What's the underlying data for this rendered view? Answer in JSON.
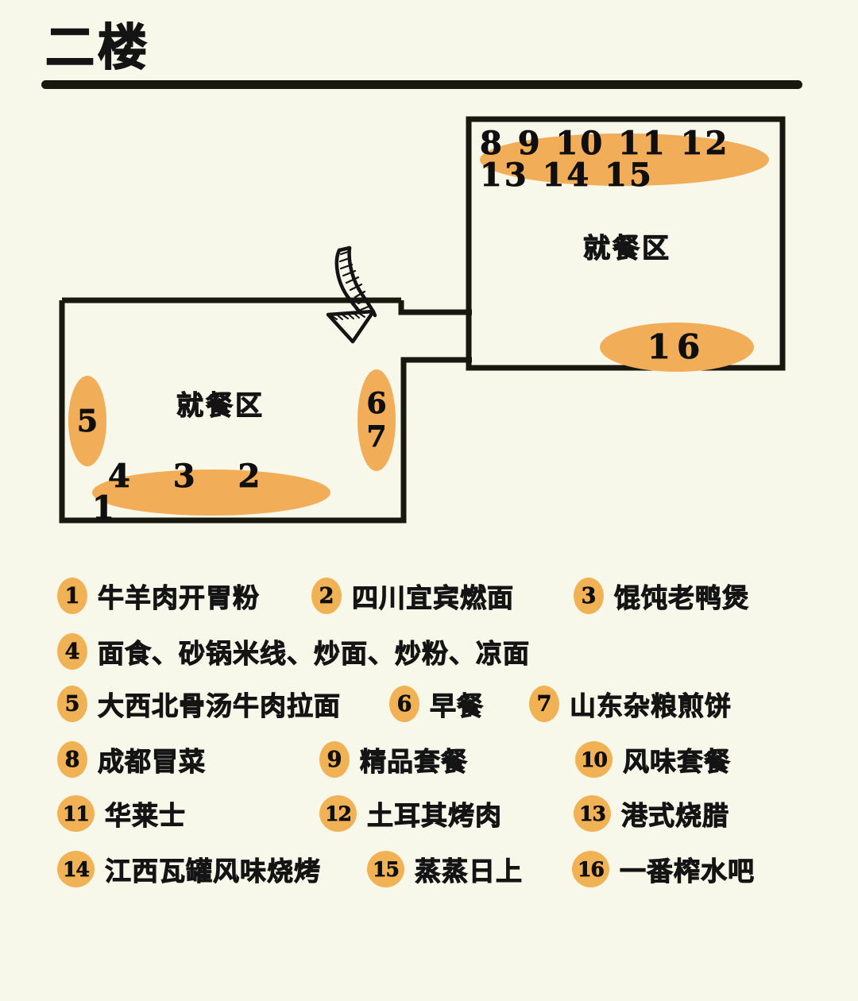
{
  "header": {
    "title": "二楼"
  },
  "floorplan": {
    "right_room": {
      "area_label": "就餐区",
      "stall_strip_top": "8 9 10 11 12 13 14 15",
      "stall_blob_bottom": "16"
    },
    "left_room": {
      "area_label": "就餐区",
      "stall_blob_left": "5",
      "stall_blob_right_top": "6",
      "stall_blob_right_bottom": "7",
      "stall_strip_bottom": "4 3 2 1"
    },
    "arrow": "curved-down-arrow",
    "colors": {
      "background": "#f8f8ea",
      "wall": "#18180f",
      "blob": "#f1ad58",
      "text": "#141414"
    }
  },
  "legend": {
    "rows": [
      [
        {
          "num": "1",
          "name": "牛羊肉开胃粉"
        },
        {
          "num": "2",
          "name": "四川宜宾燃面"
        },
        {
          "num": "3",
          "name": "馄饨老鸭煲"
        }
      ],
      [
        {
          "num": "4",
          "name": "面食、砂锅米线、炒面、炒粉、凉面"
        }
      ],
      [
        {
          "num": "5",
          "name": "大西北骨汤牛肉拉面"
        },
        {
          "num": "6",
          "name": "早餐"
        },
        {
          "num": "7",
          "name": "山东杂粮煎饼"
        }
      ],
      [
        {
          "num": "8",
          "name": "成都冒菜"
        },
        {
          "num": "9",
          "name": "精品套餐"
        },
        {
          "num": "10",
          "name": "风味套餐"
        }
      ],
      [
        {
          "num": "11",
          "name": "华莱士"
        },
        {
          "num": "12",
          "name": "土耳其烤肉"
        },
        {
          "num": "13",
          "name": "港式烧腊"
        }
      ],
      [
        {
          "num": "14",
          "name": "江西瓦罐风味烧烤"
        },
        {
          "num": "15",
          "name": "蒸蒸日上"
        },
        {
          "num": "16",
          "name": "一番榨水吧"
        }
      ]
    ]
  }
}
